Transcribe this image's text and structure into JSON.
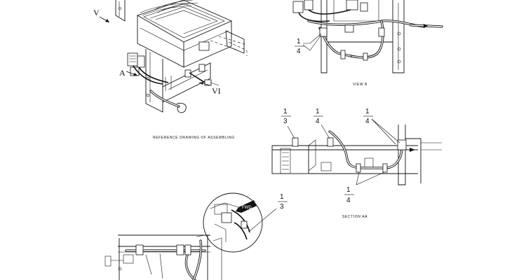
{
  "captions": {
    "reference": "REFERENCE DRAWING OF ASSEMBLING",
    "view_b": "VIEW B",
    "section_aa": "SECTION AA"
  },
  "view_letters": {
    "v": "V",
    "a": "A",
    "vi": "VI"
  },
  "callouts": {
    "vb": [
      "1",
      "4"
    ],
    "sec_top_left": [
      "1",
      "3"
    ],
    "sec_top_mid": [
      "1",
      "4"
    ],
    "sec_top_right": [
      "1",
      "4"
    ],
    "sec_bottom": [
      "1",
      "4"
    ],
    "detail": [
      "1",
      "3"
    ]
  },
  "detail_tag": "FWD"
}
